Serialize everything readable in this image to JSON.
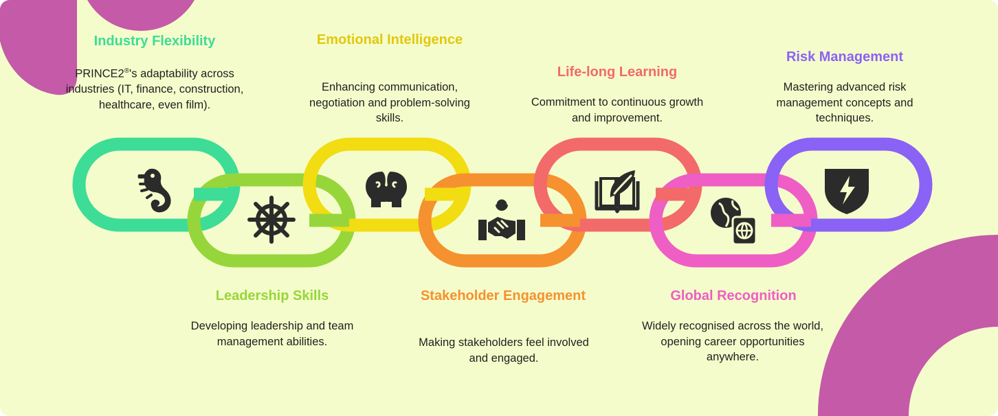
{
  "items": [
    {
      "title": "Industry Flexibility",
      "desc_before": "PRINCE2",
      "desc_sup": "®",
      "desc_after": "'s adaptability across industries (IT, finance, construction, healthcare, even film).",
      "color": "#3ddc97",
      "icon": "seahorse-icon"
    },
    {
      "title": "Leadership Skills",
      "desc": "Developing leadership and team management abilities.",
      "color": "#96d63a",
      "icon": "ship-wheel-icon"
    },
    {
      "title": "Emotional Intelligence",
      "desc": "Enhancing communication, negotiation and problem-solving skills.",
      "color": "#f2dc12",
      "icon": "two-heads-icon"
    },
    {
      "title": "Stakeholder Engagement",
      "desc": "Making stakeholders feel involved and engaged.",
      "color": "#f5912e",
      "icon": "handshake-icon"
    },
    {
      "title": "Life-long Learning",
      "desc": "Commitment to continuous growth and improvement.",
      "color": "#f26a6a",
      "icon": "book-leaf-icon"
    },
    {
      "title": "Global Recognition",
      "desc": "Widely recognised across the world, opening career opportunities anywhere.",
      "color": "#ee5ec4",
      "icon": "globe-passport-icon"
    },
    {
      "title": "Risk Management",
      "desc": "Mastering advanced risk management concepts and techniques.",
      "color": "#8a62f5",
      "icon": "shield-bolt-icon"
    }
  ],
  "colors": {
    "background": "#f5fccb",
    "decoration": "#c45aa8",
    "icon": "#2b2b2b",
    "text": "#1f1f1f"
  }
}
